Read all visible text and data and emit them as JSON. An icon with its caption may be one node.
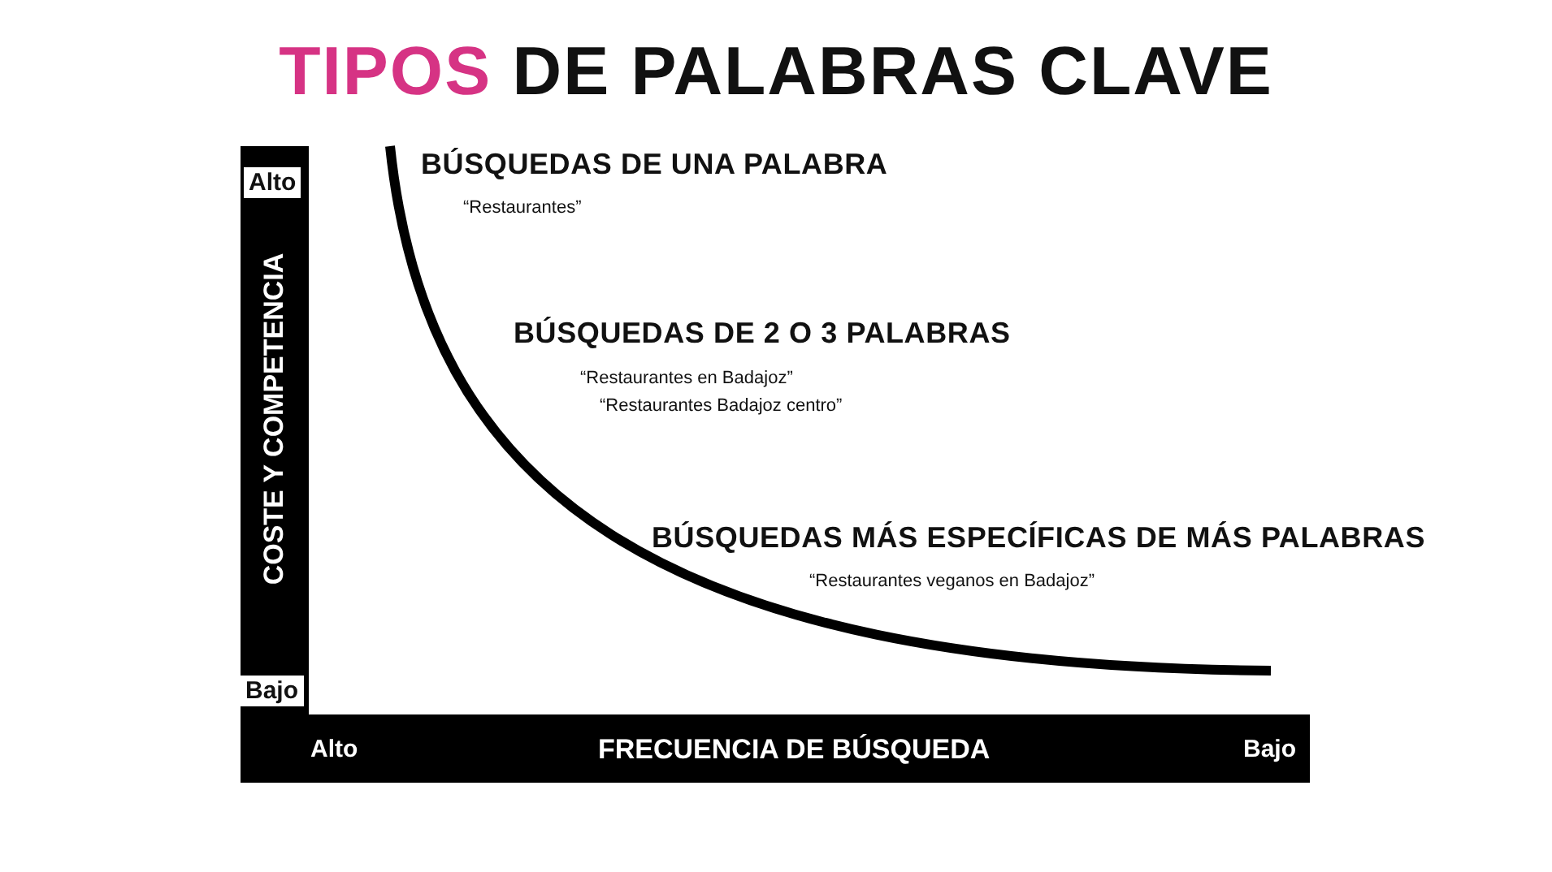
{
  "diagram": {
    "title": "TIPOS DE PALABRAS CLAVE",
    "labels": [
      "BÚSQUEDAS DE UNA PALABRA",
      "Alto",
      "“Restaurantes”",
      "COSTE Y COMPETENCIA",
      "BÚSQUEDAS DE 2 O 3 PALABRAS",
      "“Restaurantes en Badajoz”",
      "“Restaurantes Badajoz centro”",
      "BÚSQUEDAS MÁS ESPECÍFICAS DE MÁS PALABRAS",
      "“Restaurantes veganos en Badajoz”",
      "Bajo",
      "Alto",
      "FRECUENCIA DE BÚSQUEDA",
      "Bajo"
    ]
  }
}
